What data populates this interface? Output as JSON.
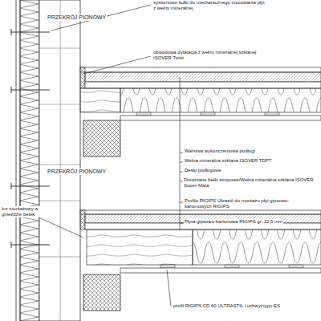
{
  "diagram": {
    "labels": [
      "systemowe kołki do mechanicznego mocowania płyt z wełny mineralnej",
      "PRZEKRÓJ PIONOWY",
      "obwodowa dylatacja z wełny mineralnej szklanej ISOVER Twist",
      "Warstwa wykończeniowa podłogi",
      "Wełna mineralna szklana ISOVER TDPT",
      "Deski podłogowe",
      "Drewniane belki stropowe/Wełna mineralna szklana ISOVER Super-Mata",
      "PRZEKRÓJ PIONOWY",
      "Profile RIGIPS Ultrastil do montażu płyt gipsowo-kartonowych RIGIPS",
      "Płyta gipsowo-kartonowa RIGIPS gr. 12,5 mm",
      "luz montażowy w gnieździe belek",
      "profil RIGIPS CD 60 ULTRASTIL i uchwyt typu ES"
    ]
  }
}
